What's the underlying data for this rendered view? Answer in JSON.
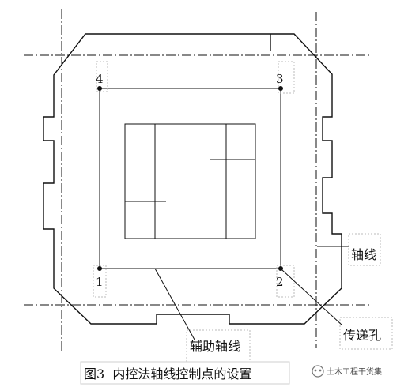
{
  "points": [
    {
      "label": "1"
    },
    {
      "label": "2"
    },
    {
      "label": "3"
    },
    {
      "label": "4"
    }
  ],
  "labels": {
    "axis_line": "轴线",
    "transfer_hole": "传递孔",
    "auxiliary_axis": "辅助轴线"
  },
  "caption": "图3  内控法轴线控制点的设置",
  "watermark": "土木工程干货集"
}
